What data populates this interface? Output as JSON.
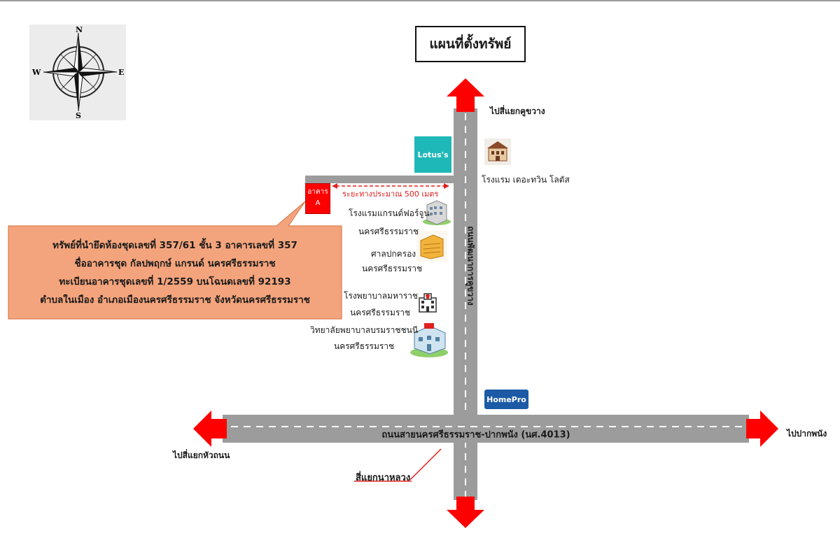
{
  "map": {
    "title": "แผนที่ตั้งทรัพย์",
    "compass": {
      "n": "N",
      "s": "S",
      "e": "E",
      "w": "W"
    },
    "directions": {
      "north": "ไปสี่แยกคูขวาง",
      "east": "ไปปากพนัง",
      "west": "ไปสี่แยกหัวถนน"
    },
    "roads": {
      "vertical": "ถนนพัฒนาการคูขวาง",
      "horizontal": "ถนนสายนครศรีธรรมราช-ปากพนัง (นศ.4013)"
    },
    "junction": "สี่แยกนาหลวง",
    "building": {
      "line1": "อาคาร",
      "line2": "A"
    },
    "distance": "ระยะทางประมาณ 500 เมตร",
    "brands": {
      "lotus": "Lotus's",
      "homepro": "HomePro"
    },
    "landmarks": [
      {
        "line1": "โรงแรม เดอะทวิน โลตัส",
        "line2": ""
      },
      {
        "line1": "โรงแรมแกรนด์ฟอร์จูน",
        "line2": "นครศรีธรรมราช"
      },
      {
        "line1": "ศาลปกครอง",
        "line2": "นครศรีธรรมราช"
      },
      {
        "line1": "โรงพยาบาลมหาราช",
        "line2": "นครศรีธรรมราช"
      },
      {
        "line1": "วิทยาลัยพยาบาลบรมราชชนนี",
        "line2": "นครศรีธรรมราช"
      }
    ],
    "callout": {
      "line1": "ทรัพย์ที่นำยึดห้องชุดเลขที่  357/61  ชั้น 3  อาคารเลขที่ 357",
      "line2": "ชื่ออาคารชุด  กัลปพฤกษ์ แกรนด์ นครศรีธรรมราช",
      "line3": "ทะเบียนอาคารชุดเลขที่ 1/2559 บนโฉนดเลขที่  92193",
      "line4": "ตำบลในเมือง อำเภอเมืองนครศรีธรรมราช จังหวัดนครศรีธรรมราช"
    },
    "colors": {
      "road": "#9c9c9c",
      "arrow": "#ff0000",
      "callout": "#f4a47c",
      "lotus": "#1fb8b8",
      "homepro": "#1c5aa6"
    }
  }
}
